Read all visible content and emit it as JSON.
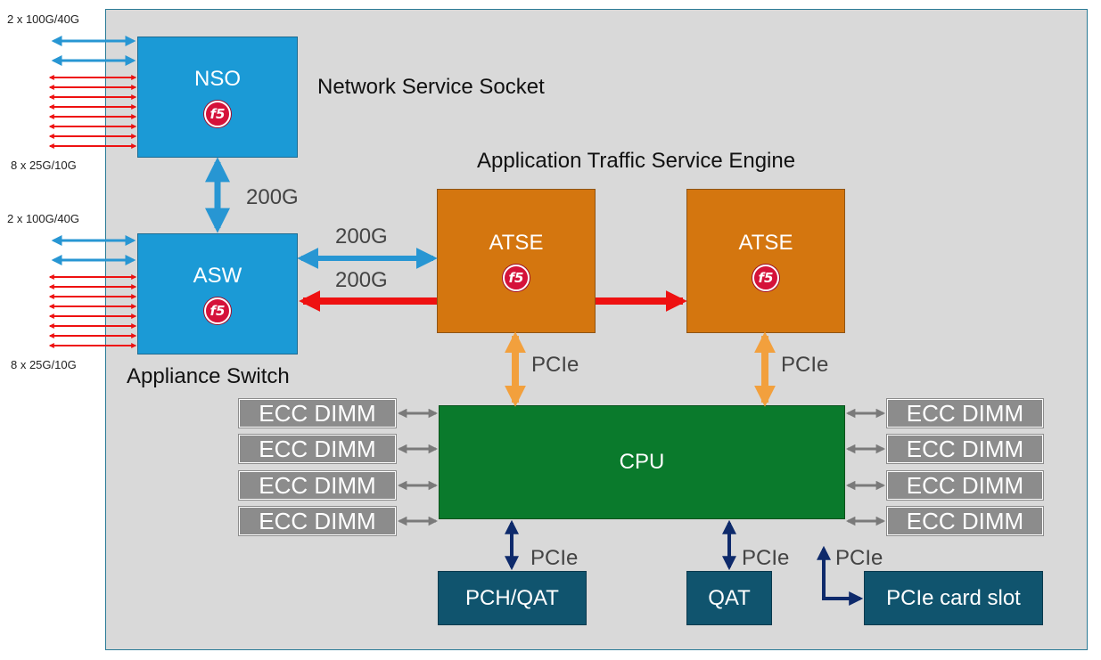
{
  "chips": {
    "nso": {
      "label": "NSO",
      "logo": "f5"
    },
    "asw": {
      "label": "ASW",
      "logo": "f5"
    },
    "atse1": {
      "label": "ATSE",
      "logo": "f5"
    },
    "atse2": {
      "label": "ATSE",
      "logo": "f5"
    },
    "cpu": {
      "label": "CPU"
    },
    "pch": {
      "label": "PCH/QAT"
    },
    "qat": {
      "label": "QAT"
    },
    "card_slot": {
      "label": "PCIe card slot"
    }
  },
  "dimms_left": [
    "ECC DIMM",
    "ECC DIMM",
    "ECC DIMM",
    "ECC DIMM"
  ],
  "dimms_right": [
    "ECC DIMM",
    "ECC DIMM",
    "ECC DIMM",
    "ECC DIMM"
  ],
  "labels": {
    "nso_title": "Network Service Socket",
    "asw_title": "Appliance Switch",
    "atse_title": "Application Traffic Service Engine",
    "nso_top_ports": "2 x 100G/40G",
    "nso_bottom_ports": "8 x 25G/10G",
    "asw_top_ports": "2 x 100G/40G",
    "asw_bottom_ports": "8 x 25G/10G",
    "link_nso_asw": "200G",
    "link_asw_atse_blue": "200G",
    "link_asw_atse_red": "200G",
    "pcie_atse1": "PCIe",
    "pcie_atse2": "PCIe",
    "pcie_pch": "PCIe",
    "pcie_qat": "PCIe",
    "pcie_slot": "PCIe"
  },
  "colors": {
    "blue_link": "#2796d3",
    "red_link": "#ee1111",
    "orange_link": "#f2a03d",
    "navy_link": "#0e2a6b",
    "gray_link": "#7a7a7a"
  }
}
